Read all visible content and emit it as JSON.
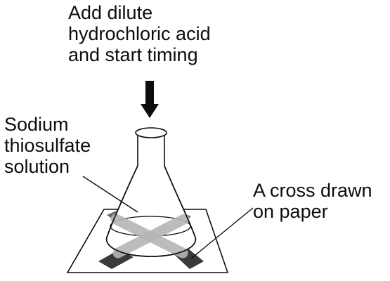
{
  "labels": {
    "acid": {
      "lines": [
        "Add dilute",
        "hydrochloric acid",
        "and start timing"
      ]
    },
    "sodium": {
      "lines": [
        "Sodium",
        "thiosulfate",
        "solution"
      ]
    },
    "cross": {
      "lines": [
        "A cross drawn",
        "on paper"
      ]
    }
  },
  "colors": {
    "ink": "#0d0d0d",
    "cross_light": "#b5b5b5",
    "cross_dark": "#3a3a3a"
  },
  "icons": {
    "arrow": "down-arrow-icon"
  }
}
